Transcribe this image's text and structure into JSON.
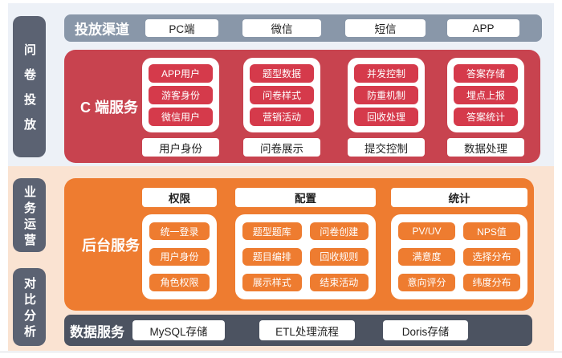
{
  "colors": {
    "bg_top": "#edf1f7",
    "bg_bottom": "#fae3d2",
    "channel_bar": "#8997a9",
    "stage_pill": "#5b6272",
    "c_service_panel": "#c8434f",
    "c_service_chip": "#d53a4b",
    "backend_panel": "#ee7c30",
    "data_bar": "#4c5361"
  },
  "stages": [
    {
      "label": "问卷投放"
    },
    {
      "label": "业务运营"
    },
    {
      "label": "对比分析"
    }
  ],
  "channels": {
    "title": "投放渠道",
    "items": [
      "PC端",
      "微信",
      "短信",
      "APP"
    ]
  },
  "c_service": {
    "title": "C 端服务",
    "groups": [
      {
        "label": "用户身份",
        "items": [
          "APP用户",
          "游客身份",
          "微信用户"
        ]
      },
      {
        "label": "问卷展示",
        "items": [
          "题型数据",
          "问卷样式",
          "营销活动"
        ]
      },
      {
        "label": "提交控制",
        "items": [
          "并发控制",
          "防重机制",
          "回收处理"
        ]
      },
      {
        "label": "数据处理",
        "items": [
          "答案存储",
          "埋点上报",
          "答案统计"
        ]
      }
    ]
  },
  "backend": {
    "title": "后台服务",
    "groups": [
      {
        "header": "权限",
        "items": [
          "统一登录",
          "用户身份",
          "角色权限"
        ]
      },
      {
        "header": "配置",
        "items": [
          "题型题库",
          "问卷创建",
          "题目编排",
          "回收规则",
          "展示样式",
          "结束活动"
        ]
      },
      {
        "header": "统计",
        "items": [
          "PV/UV",
          "NPS值",
          "满意度",
          "选择分布",
          "意向评分",
          "纬度分布"
        ]
      }
    ]
  },
  "data_service": {
    "title": "数据服务",
    "items": [
      "MySQL存储",
      "ETL处理流程",
      "Doris存储"
    ]
  }
}
